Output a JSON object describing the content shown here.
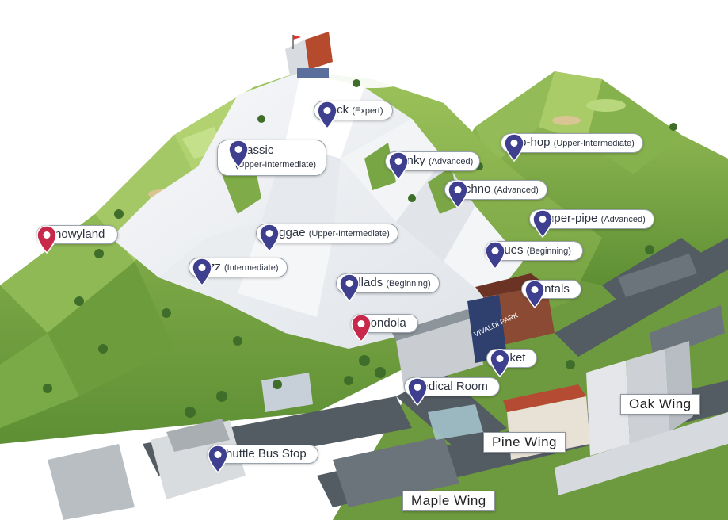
{
  "colors": {
    "pin_blue": "#3e3f8f",
    "pin_red": "#c8284a",
    "mountain_green": "#7fa94a",
    "snow": "#eef0f3",
    "road": "#535b63"
  },
  "courses": [
    {
      "id": "rock",
      "name": "Rock",
      "level": "(Expert)",
      "pin": "blue"
    },
    {
      "id": "classic",
      "name": "Classic",
      "level": "(Upper-Intermediate)",
      "pin": "blue"
    },
    {
      "id": "funky",
      "name": "Funky",
      "level": "(Advanced)",
      "pin": "blue"
    },
    {
      "id": "hiphop",
      "name": "Hip-hop",
      "level": "(Upper-Intermediate)",
      "pin": "blue"
    },
    {
      "id": "techno",
      "name": "Techno",
      "level": "(Advanced)",
      "pin": "blue"
    },
    {
      "id": "superpipe",
      "name": "Super-pipe",
      "level": "(Advanced)",
      "pin": "blue"
    },
    {
      "id": "snowyland",
      "name": "Snowyland",
      "level": "",
      "pin": "red"
    },
    {
      "id": "reggae",
      "name": "Reggae",
      "level": "(Upper-Intermediate)",
      "pin": "blue"
    },
    {
      "id": "blues",
      "name": "Blues",
      "level": "(Beginning)",
      "pin": "blue"
    },
    {
      "id": "jazz",
      "name": "Jazz",
      "level": "(Intermediate)",
      "pin": "blue"
    },
    {
      "id": "ballads",
      "name": "Ballads",
      "level": "(Beginning)",
      "pin": "blue"
    },
    {
      "id": "rentals",
      "name": "Rentals",
      "level": "",
      "pin": "blue"
    },
    {
      "id": "gondola",
      "name": "Gondola",
      "level": "",
      "pin": "red"
    },
    {
      "id": "ticket",
      "name": "Ticket",
      "level": "",
      "pin": "blue"
    },
    {
      "id": "medical",
      "name": "Medical Room",
      "level": "",
      "pin": "blue"
    },
    {
      "id": "shuttle",
      "name": "Shuttle Bus Stop",
      "level": "",
      "pin": "blue"
    }
  ],
  "wings": [
    {
      "id": "oak",
      "label": "Oak Wing"
    },
    {
      "id": "pine",
      "label": "Pine Wing"
    },
    {
      "id": "maple",
      "label": "Maple Wing"
    }
  ],
  "building_sign": "VIVALDI PARK"
}
